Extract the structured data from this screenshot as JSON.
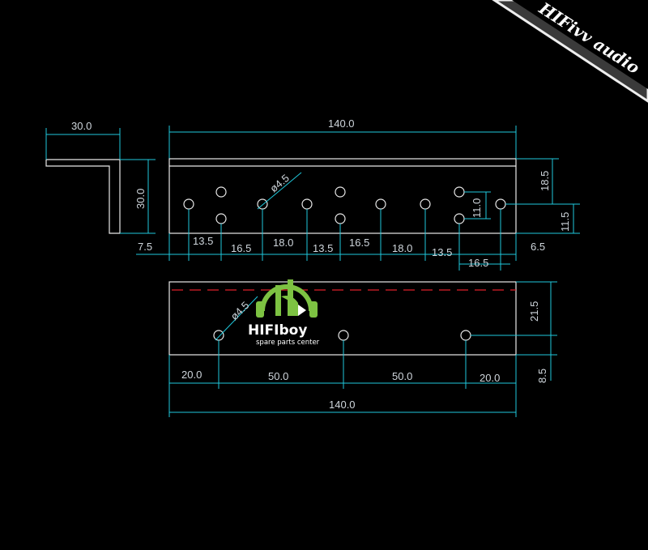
{
  "brand": {
    "corner_label": "HIFivv audio",
    "logo_wordmark": "HIFIboy",
    "logo_tagline": "spare parts center"
  },
  "colors": {
    "background": "#000000",
    "dimension_line": "#1fc8dc",
    "part_outline": "#e8e8e8",
    "centerline": "#e0202a",
    "dimension_text": "#cfd6dc",
    "logo_green": "#7dc242"
  },
  "side_view": {
    "flange_width": "30.0",
    "height": "30.0"
  },
  "top_view": {
    "overall_length": "140.0",
    "hole_diameter": "ø4.5",
    "right_upper_offset": "18.5",
    "hole_row_spacing": "11.0",
    "right_lower_offset": "11.5",
    "bottom_dims": [
      "7.5",
      "13.5",
      "16.5",
      "18.0",
      "13.5",
      "16.5",
      "18.0",
      "13.5",
      "16.5",
      "6.5"
    ]
  },
  "front_view": {
    "hole_diameter": "ø4.5",
    "height_to_hole": "21.5",
    "hole_to_bottom": "8.5",
    "hole_dims": [
      "20.0",
      "50.0",
      "50.0",
      "20.0"
    ],
    "overall_length": "140.0"
  }
}
